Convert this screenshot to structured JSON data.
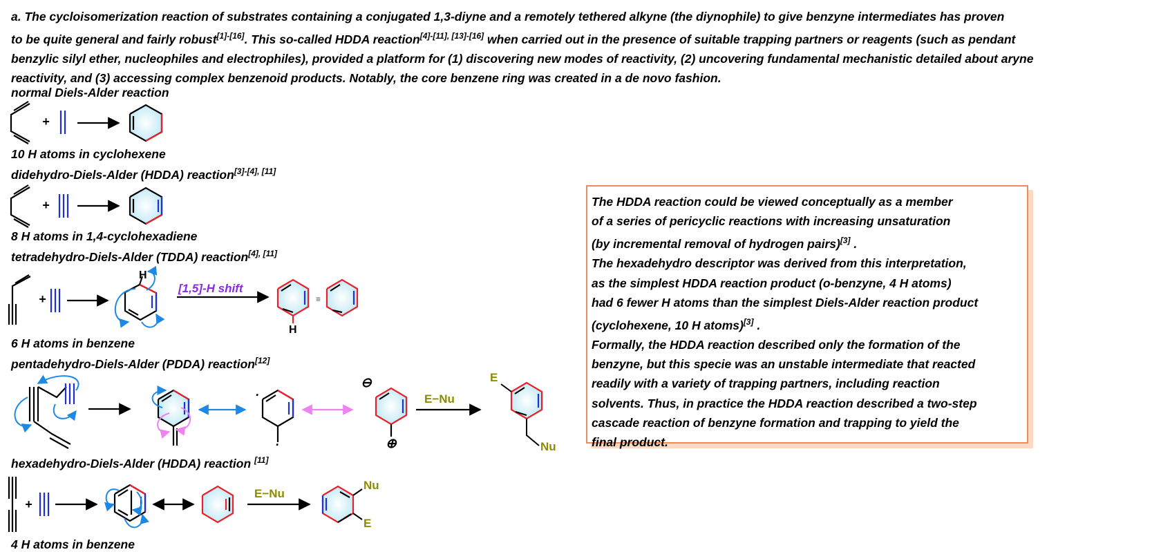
{
  "intro": {
    "line1": "a. The cycloisomerization reaction of substrates containing a conjugated 1,3-diyne and a remotely tethered alkyne (the diynophile) to give benzyne intermediates has proven",
    "line2_a": "to be quite general and fairly robust",
    "line2_ref1": "[1]-[16]",
    "line2_b": ". This so-called HDDA reaction",
    "line2_ref2": "[4]-[11], [13]-[16]",
    "line2_c": "  when carried out in the presence of suitable trapping partners or reagents (such as pendant",
    "line3": "benzylic silyl ether, nucleophiles and electrophiles), provided a platform for (1) discovering new modes of reactivity, (2) uncovering fundamental mechanistic detailed about aryne",
    "line4": "reactivity, and (3) accessing complex benzenoid products. Notably, the core benzene ring was created in a de novo fashion."
  },
  "sections": {
    "da_title": "normal Diels-Alder reaction",
    "da_caption": "10 H atoms in cyclohexene",
    "dda_title": "didehydro-Diels-Alder (HDDA) reaction",
    "dda_ref": "[3]-[4], [11]",
    "dda_caption": "8 H atoms in 1,4-cyclohexadiene",
    "tdda_title": "tetradehydro-Diels-Alder (TDDA) reaction",
    "tdda_ref": "[4],  [11]",
    "tdda_caption": "6 H atoms in benzene",
    "pdda_title": "pentadehydro-Diels-Alder (PDDA) reaction",
    "pdda_ref": "[12]",
    "hdda_title": "hexadehydro-Diels-Alder (HDDA) reaction ",
    "hdda_ref": "[11]",
    "hdda_caption": "4 H atoms in benzene"
  },
  "scheme": {
    "plus": "+",
    "shift_label": "[1,5]-H shift",
    "h_atom": "H",
    "equiv": "≡",
    "reagent": "E−Nu",
    "e_label": "E",
    "nu_label": "Nu",
    "minus": "⊖",
    "plus_charge": "⊕",
    "radical_dot": "·"
  },
  "note": {
    "l1": "The HDDA reaction could be viewed conceptually as a member",
    "l2": "of a series of pericyclic reactions with increasing unsaturation",
    "l3_a": "(by incremental removal of hydrogen pairs)",
    "l3_ref": "[3]",
    "l3_b": " .",
    "l4": "The hexadehydro descriptor was derived from this interpretation,",
    "l5": "as the simplest HDDA reaction product (o-benzyne, 4 H atoms)",
    "l6": "had 6 fewer H atoms than the simplest Diels-Alder reaction product",
    "l7_a": "(cyclohexene, 10 H atoms)",
    "l7_ref": "[3]",
    "l7_b": " .",
    "l8": "Formally, the HDDA reaction described only the formation of the",
    "l9": "benzyne, but this specie was an unstable intermediate that reacted",
    "l10": "readily with a variety of trapping partners, including reaction",
    "l11": "solvents. Thus, in practice the HDDA reaction described a two-step",
    "l12": "cascade reaction of benzyne formation and trapping to yield the",
    "l13": "final product."
  },
  "colors": {
    "bond_red": "#e8202a",
    "bond_blue": "#1e2fd6",
    "arrow_blue": "#1e88e5",
    "arrow_pink": "#ee82ee",
    "shift_purple": "#8a2be2",
    "olive": "#8c8c00",
    "ring_fill": "#cdeef7"
  }
}
